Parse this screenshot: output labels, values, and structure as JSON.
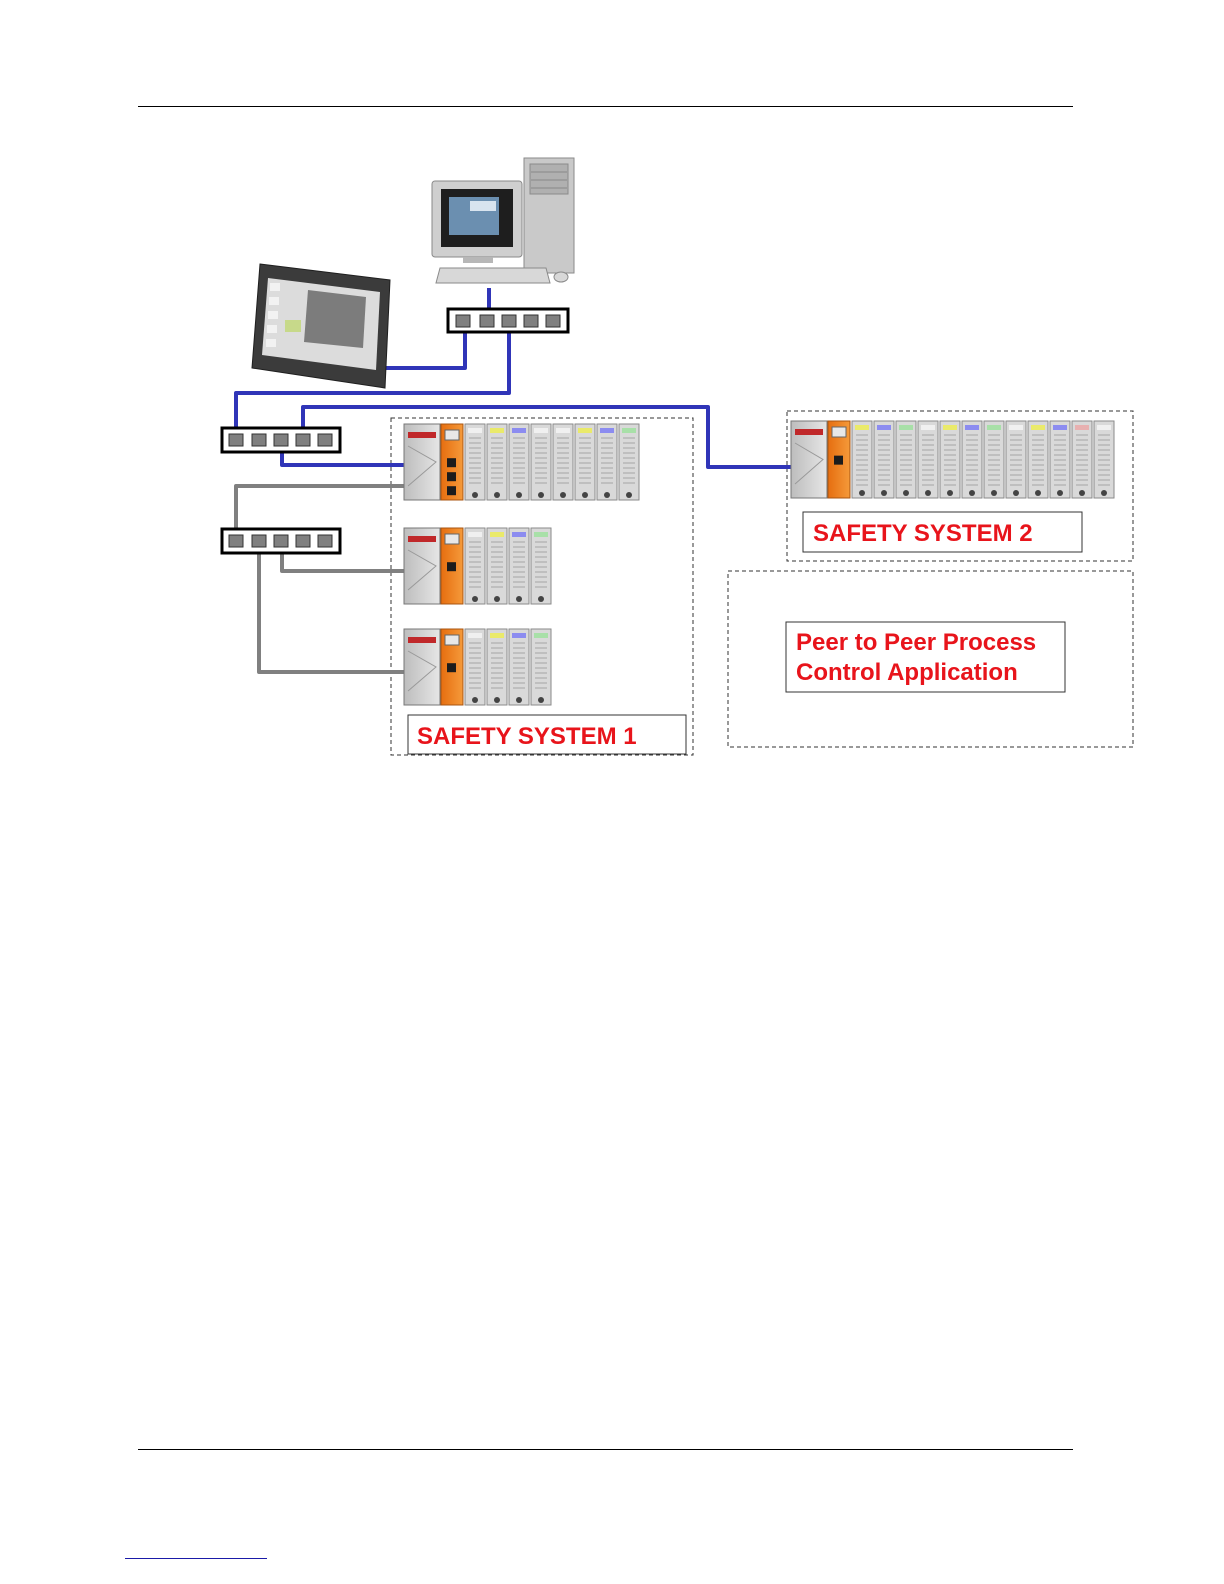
{
  "labels": {
    "safety_system_1": "SAFETY SYSTEM 1",
    "safety_system_2": "SAFETY SYSTEM 2",
    "peer_line1": "Peer to Peer Process",
    "peer_line2": "Control Application"
  },
  "colors": {
    "label_red": "#e8141b",
    "ethernet_blue": "#3035b8",
    "cable_gray": "#808080",
    "controller_orange": "#f07f1d",
    "io_gray": "#d4d4d4"
  },
  "icons": [
    "desktop-pc-icon",
    "hmi-panel-icon",
    "network-switch-icon",
    "plc-rack-icon"
  ]
}
